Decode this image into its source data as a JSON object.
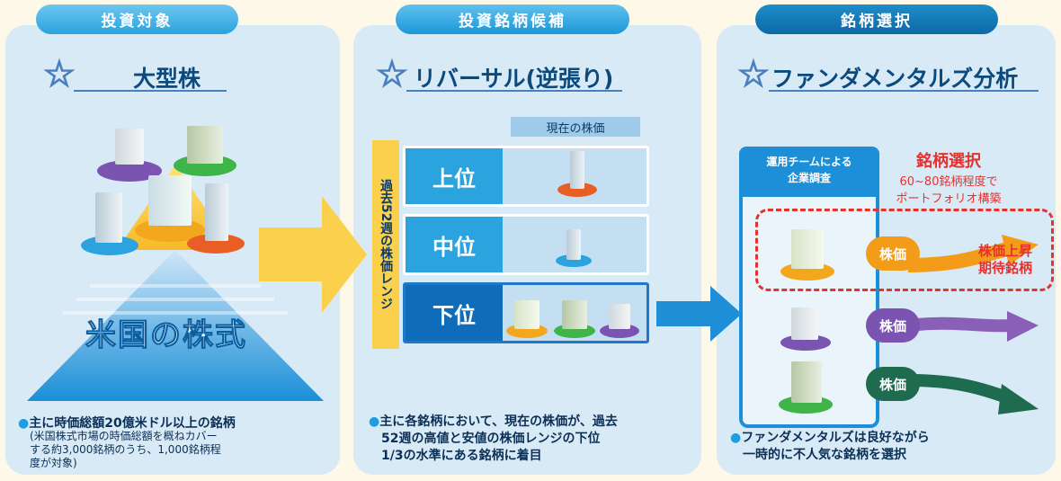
{
  "tabs": [
    "投資対象",
    "投資銘柄候補",
    "銘柄選択"
  ],
  "panel1": {
    "heading": "大型株",
    "pyramid_label": "米国の株式",
    "note_main": "主に時価総額20億米ドル以上の銘柄",
    "note_sub1": "(米国株式市場の時価総額を概ねカバー",
    "note_sub2": "する約3,000銘柄のうち、1,000銘柄程",
    "note_sub3": "度が対象)"
  },
  "panel2": {
    "heading": "リバーサル(逆張り)",
    "col_header": "現在の株価",
    "side_label": "過去52週の株価レンジ",
    "rows": [
      "上位",
      "中位",
      "下位"
    ],
    "note1": "主に各銘柄において、現在の株価が、過去",
    "note2": "52週の高値と安値の株価レンジの下位",
    "note3": "1/3の水準にある銘柄に着目"
  },
  "panel3": {
    "heading": "ファンダメンタルズ分析",
    "team_label1": "運用チームによる",
    "team_label2": "企業調査",
    "selection_title": "銘柄選択",
    "selection_sub1": "60~80銘柄程度で",
    "selection_sub2": "ポートフォリオ構築",
    "stock_pills": [
      "株価",
      "株価",
      "株価"
    ],
    "rise_label1": "株価上昇",
    "rise_label2": "期待銘柄",
    "note1": "ファンダメンタルズは良好ながら",
    "note2": "一時的に不人気な銘柄を選択"
  },
  "colors": {
    "tab_light": "#2aa3de",
    "tab_dark": "#0b6aa8",
    "panel_bg": "#d9eaf7",
    "arrow_yellow": "#fbd04c",
    "arrow_blue": "#1e8fd6",
    "highlight_red": "#e5322d"
  }
}
